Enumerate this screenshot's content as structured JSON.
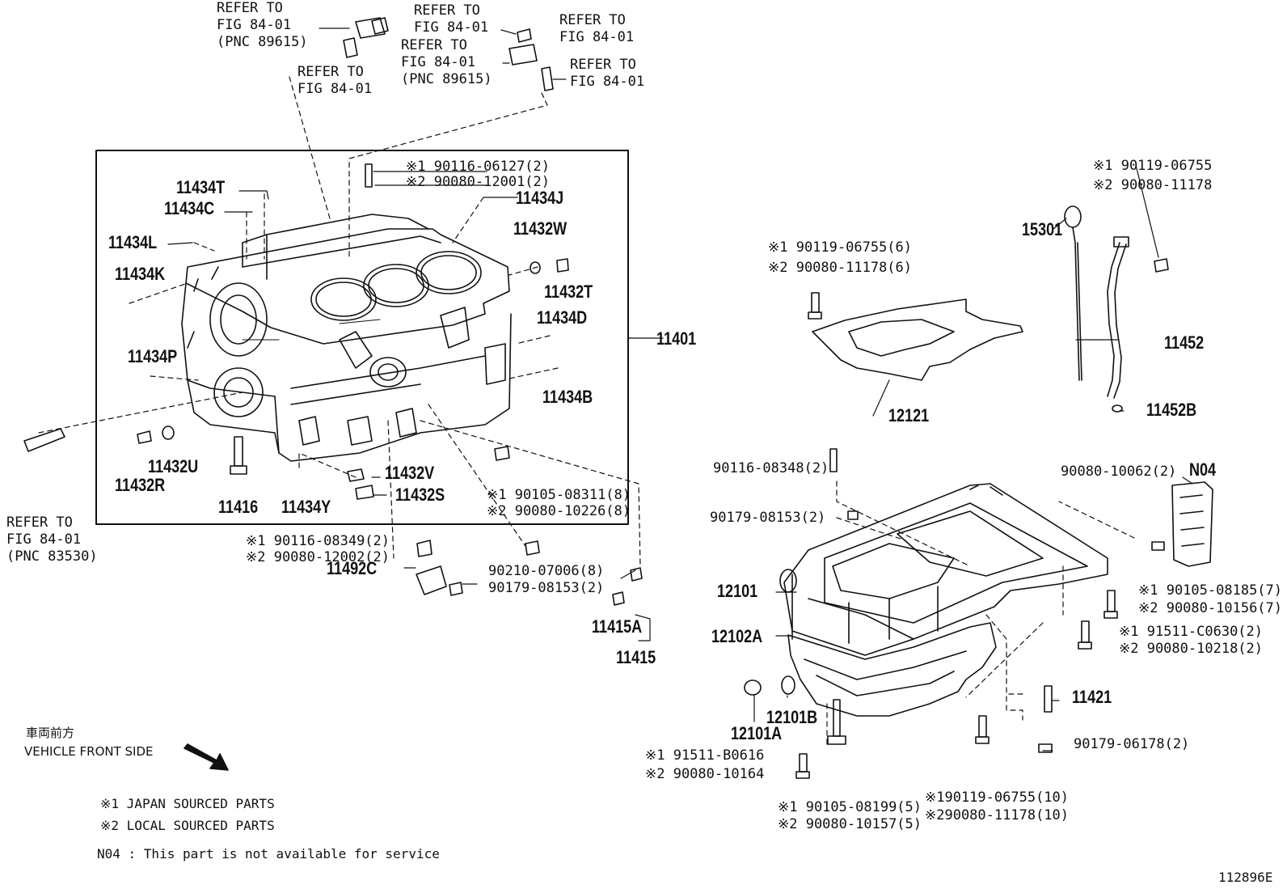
{
  "refs": {
    "ref_top_left": [
      "REFER TO",
      "FIG 84-01",
      "(PNC 89615)"
    ],
    "ref_top_mid": [
      "REFER TO",
      "FIG 84-01"
    ],
    "ref_top_mid2": [
      "REFER TO",
      "FIG 84-01"
    ],
    "ref_top_mid3": [
      "REFER TO",
      "FIG 84-01",
      "(PNC 89615)"
    ],
    "ref_top_right1": [
      "REFER TO",
      "FIG 84-01"
    ],
    "ref_top_right2": [
      "REFER TO",
      "FIG 84-01"
    ],
    "ref_left": [
      "REFER TO",
      "FIG 84-01",
      "(PNC 83530)"
    ]
  },
  "parts": {
    "p11434T": "11434T",
    "p11434C": "11434C",
    "p11434L": "11434L",
    "p11434K": "11434K",
    "p11434P": "11434P",
    "p11434J": "11434J",
    "p11432W": "11432W",
    "p11432T": "11432T",
    "p11434D": "11434D",
    "p11434B": "11434B",
    "p11401": "11401",
    "p11432U": "11432U",
    "p11432R": "11432R",
    "p11416": "11416",
    "p11434Y": "11434Y",
    "p11432V": "11432V",
    "p11432S": "11432S",
    "p11492C": "11492C",
    "p11415A": "11415A",
    "p11415": "11415",
    "p15301": "15301",
    "p11452": "11452",
    "p11452B": "11452B",
    "p12121": "12121",
    "pN04": "N04",
    "p12101": "12101",
    "p12102A": "12102A",
    "p12101A": "12101A",
    "p12101B": "12101B",
    "p11421": "11421"
  },
  "callouts": {
    "c_stud_top_1": "※1 90116-06127(2)",
    "c_stud_top_2": "※2 90080-12001(2)",
    "c_bolt_8_1": "※1 90105-08311(8)",
    "c_bolt_8_2": "※2 90080-10226(8)",
    "c_stud_2_1": "※1 90116-08349(2)",
    "c_stud_2_2": "※2 90080-12002(2)",
    "c_90210": "90210-07006(8)",
    "c_90179_a": "90179-08153(2)",
    "c_gauge_1": "※1 90119-06755",
    "c_gauge_2": "※2 90080-11178",
    "c_baffle_1": "※1 90119-06755(6)",
    "c_baffle_2": "※2 90080-11178(6)",
    "c_90116_08348": "90116-08348(2)",
    "c_90179_b": "90179-08153(2)",
    "c_90080_10062": "90080-10062(2)",
    "c_pan_7_1": "※1 90105-08185(7)",
    "c_pan_7_2": "※2 90080-10156(7)",
    "c_pan_2_1": "※1 91511-C0630(2)",
    "c_pan_2_2": "※2 90080-10218(2)",
    "c_90179_06178": "90179-06178(2)",
    "c_bot_left_1": "※1 91511-B0616",
    "c_bot_left_2": "※2 90080-10164",
    "c_bot_mid_1": "※1 90105-08199(5)",
    "c_bot_mid_2": "※2 90080-10157(5)",
    "c_bot_right_1": "※190119-06755(10)",
    "c_bot_right_2": "※290080-11178(10)"
  },
  "legend": {
    "front_jp": "車両前方",
    "front_en": "VEHICLE FRONT SIDE",
    "note1": "※1  JAPAN SOURCED PARTS",
    "note2": "※2  LOCAL SOURCED PARTS",
    "note3": "N04 : This part is not available for service"
  },
  "figure_id": "112896E"
}
